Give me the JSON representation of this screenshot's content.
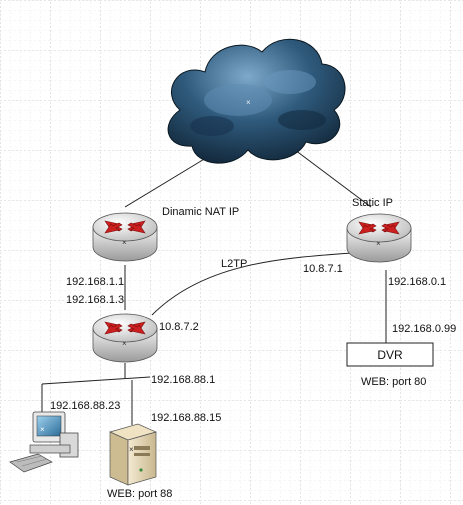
{
  "colors": {
    "grid_fine": "#d8d8d8",
    "grid_major": "#bdbdbd",
    "link": "#222222",
    "router_red": "#cc1f1f",
    "cloud_dark": "#0f2638",
    "cloud_light": "#6f9cc0"
  },
  "labels": {
    "dinamic_nat_ip": "Dinamic NAT IP",
    "static_ip": "Static IP",
    "r1_lan": "192.168.1.1",
    "r2_wan": "192.168.1.3",
    "r2_vpn": "10.8.7.2",
    "r2_lan": "192.168.88.1",
    "pc_ip": "192.168.88.23",
    "server_ip": "192.168.88.15",
    "server_web": "WEB: port 88",
    "l2tp": "L2TP",
    "r3_vpn": "10.8.7.1",
    "r3_lan": "192.168.0.1",
    "dvr_ip": "192.168.0.99",
    "dvr": "DVR",
    "dvr_web": "WEB: port 80"
  },
  "icons": {
    "cloud": "internet-cloud-icon",
    "router": "router-icon",
    "pc": "desktop-computer-icon",
    "server": "server-tower-icon"
  }
}
